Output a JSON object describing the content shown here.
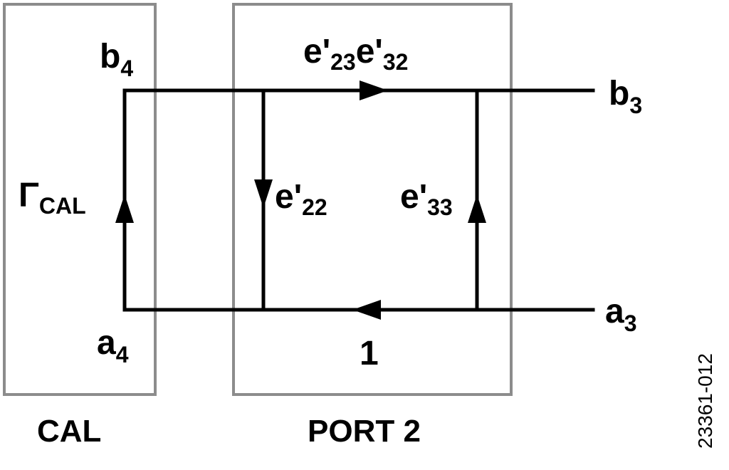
{
  "blocks": {
    "cal": {
      "caption": "CAL"
    },
    "port2": {
      "caption": "PORT 2"
    }
  },
  "nodes": {
    "b4": {
      "base": "b",
      "sub": "4"
    },
    "a4": {
      "base": "a",
      "sub": "4"
    },
    "b3": {
      "base": "b",
      "sub": "3"
    },
    "a3": {
      "base": "a",
      "sub": "3"
    }
  },
  "branches": {
    "gamma_cal": {
      "base": "Γ",
      "sub": "CAL"
    },
    "e23e32": {
      "p1": "e'",
      "s1": "23",
      "p2": "e'",
      "s2": "32"
    },
    "e22": {
      "base": "e'",
      "sub": "22"
    },
    "e33": {
      "base": "e'",
      "sub": "33"
    },
    "unity": {
      "text": "1"
    }
  },
  "figure_id": "23361-012",
  "colors": {
    "box_stroke": "#8c8c8c",
    "line": "#000000"
  }
}
